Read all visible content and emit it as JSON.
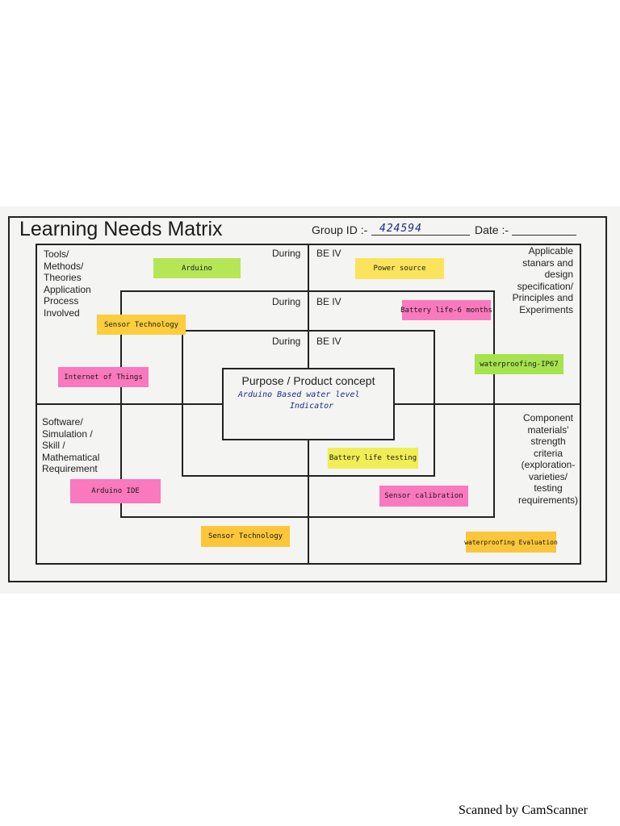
{
  "header": {
    "title": "Learning Needs Matrix",
    "group_label": "Group ID :-",
    "group_value": "424594",
    "date_label": "Date :-"
  },
  "quadrants": {
    "top_left": "Tools/\nMethods/\nTheories\nApplication\nProcess\nInvolved",
    "top_right": "Applicable\nstanars and\ndesign\nspecification/\nPrinciples and\nExperiments",
    "bottom_left": "Software/\nSimulation /\nSkill /\nMathematical\nRequirement",
    "bottom_right": "Component\nmaterials'\nstrength\ncriteria\n(exploration-\nvarieties/\ntesting\nrequirements)"
  },
  "phases": {
    "during": "During",
    "be": "BE IV"
  },
  "concept": {
    "title": "Purpose / Product concept",
    "line1": "Arduino Based water level",
    "line2": "Indicator"
  },
  "sticky_notes": [
    {
      "text": "Arduino",
      "color": "#b4e656"
    },
    {
      "text": "Power source",
      "color": "#fbe45c"
    },
    {
      "text": "Battery life-6 months",
      "color": "#f978be"
    },
    {
      "text": "Sensor Technology",
      "color": "#fccd3d"
    },
    {
      "text": "waterproofing-IP67",
      "color": "#a6e34f"
    },
    {
      "text": "Internet of Things",
      "color": "#f978be"
    },
    {
      "text": "Battery life testing",
      "color": "#f0ed55"
    },
    {
      "text": "Arduino IDE",
      "color": "#f978be"
    },
    {
      "text": "Sensor calibration",
      "color": "#f978be"
    },
    {
      "text": "Sensor Technology",
      "color": "#fcc63a"
    },
    {
      "text": "waterproofing Evaluation",
      "color": "#fcc63a"
    }
  ],
  "footer": "Scanned by CamScanner"
}
